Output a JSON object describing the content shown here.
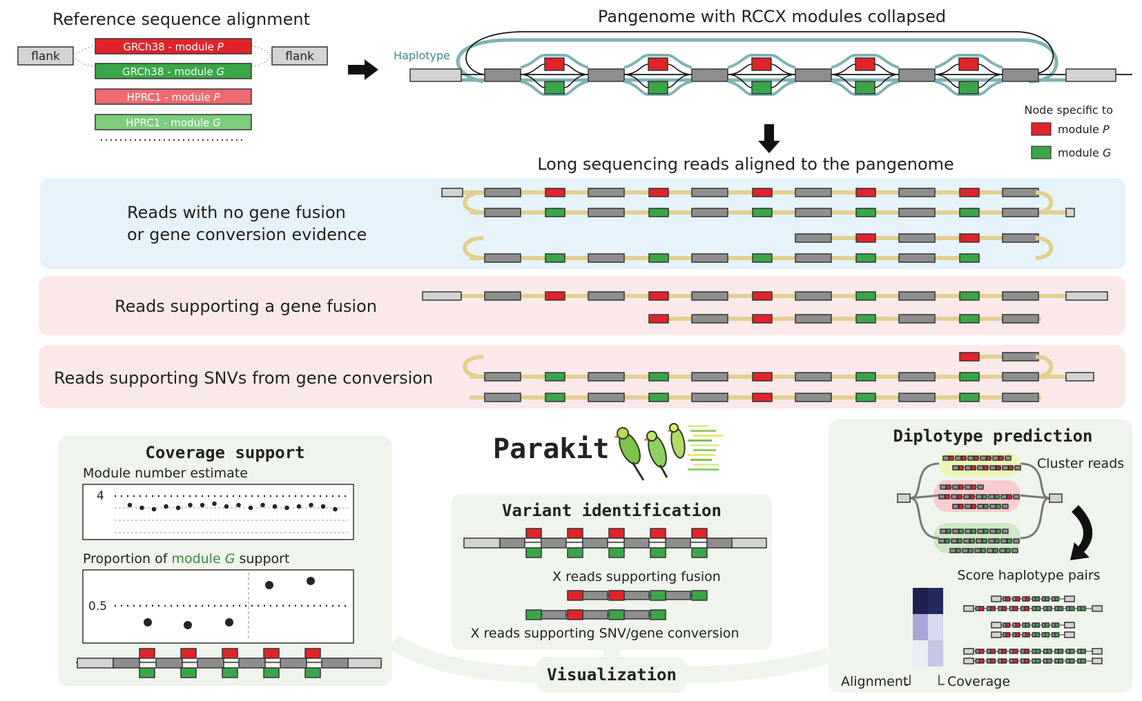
{
  "colors": {
    "module_p": "#e0242a",
    "module_g": "#3aa648",
    "hprc_p": "#ee6a6f",
    "hprc_g": "#7ccd7e",
    "gray_node": "#8e8e8e",
    "flank": "#d3d3d3",
    "haplotype": "#7fb3b3",
    "read": "#e2cf91",
    "panel_blue": "#e6f3fa",
    "panel_pink": "#fbe9ea",
    "panel_green": "#eff4ec"
  },
  "alignment": {
    "title": "Reference sequence alignment",
    "flank_left": "flank",
    "flank_right": "flank",
    "bars": [
      {
        "text": "GRCh38 - module ",
        "module": "P"
      },
      {
        "text": "GRCh38 - module ",
        "module": "G"
      },
      {
        "text": "HPRC1 - module ",
        "module": "P"
      },
      {
        "text": "HPRC1 - module ",
        "module": "G"
      }
    ]
  },
  "pangenome": {
    "title": "Pangenome with RCCX modules collapsed",
    "haplotype_label": "Haplotype",
    "legend": {
      "title": "Node specific to",
      "items": [
        {
          "text": "module ",
          "module": "P"
        },
        {
          "text": "module ",
          "module": "G"
        }
      ]
    }
  },
  "reads": {
    "title": "Long sequencing reads aligned to the pangenome",
    "no_fusion_line1": "Reads with no gene fusion",
    "no_fusion_line2": "or gene conversion evidence",
    "fusion": "Reads supporting a gene fusion",
    "snv": "Reads supporting SNVs from gene conversion"
  },
  "tool_name": "Parakit",
  "coverage": {
    "title": "Coverage support",
    "module_number_label": "Module number estimate",
    "module_number_tick": "4",
    "proportion_prefix": "Proportion of ",
    "proportion_colored": "module ",
    "proportion_module": "G",
    "proportion_suffix": " support",
    "proportion_tick": "0.5"
  },
  "variant": {
    "title": "Variant identification",
    "fusion_label": "X reads supporting fusion",
    "snv_label": "X reads supporting SNV/gene conversion"
  },
  "diplotype": {
    "title": "Diplotype prediction",
    "cluster_label": "Cluster reads",
    "score_label": "Score haplotype pairs",
    "heatmap_alignment": "Alignment",
    "heatmap_coverage": "Coverage"
  },
  "visualization": "Visualization"
}
